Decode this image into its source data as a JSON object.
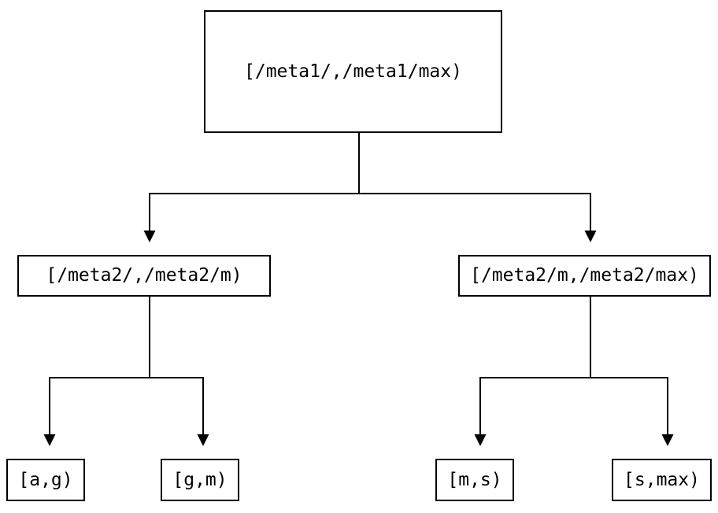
{
  "diagram": {
    "type": "tree",
    "colors": {
      "background": "#ffffff",
      "line": "#000000",
      "node_border": "#000000",
      "node_fill": "#ffffff",
      "text": "#000000"
    },
    "nodes": {
      "root": {
        "label": "[/meta1/,/meta1/max)"
      },
      "meta2_low": {
        "label": "[/meta2/,/meta2/m)"
      },
      "meta2_high": {
        "label": "[/meta2/m,/meta2/max)"
      },
      "leaf_a_g": {
        "label": "[a,g)"
      },
      "leaf_g_m": {
        "label": "[g,m)"
      },
      "leaf_m_s": {
        "label": "[m,s)"
      },
      "leaf_s_max": {
        "label": "[s,max)"
      }
    },
    "edges": [
      {
        "from": "root",
        "to": "meta2_low"
      },
      {
        "from": "root",
        "to": "meta2_high"
      },
      {
        "from": "meta2_low",
        "to": "leaf_a_g"
      },
      {
        "from": "meta2_low",
        "to": "leaf_g_m"
      },
      {
        "from": "meta2_high",
        "to": "leaf_m_s"
      },
      {
        "from": "meta2_high",
        "to": "leaf_s_max"
      }
    ]
  }
}
